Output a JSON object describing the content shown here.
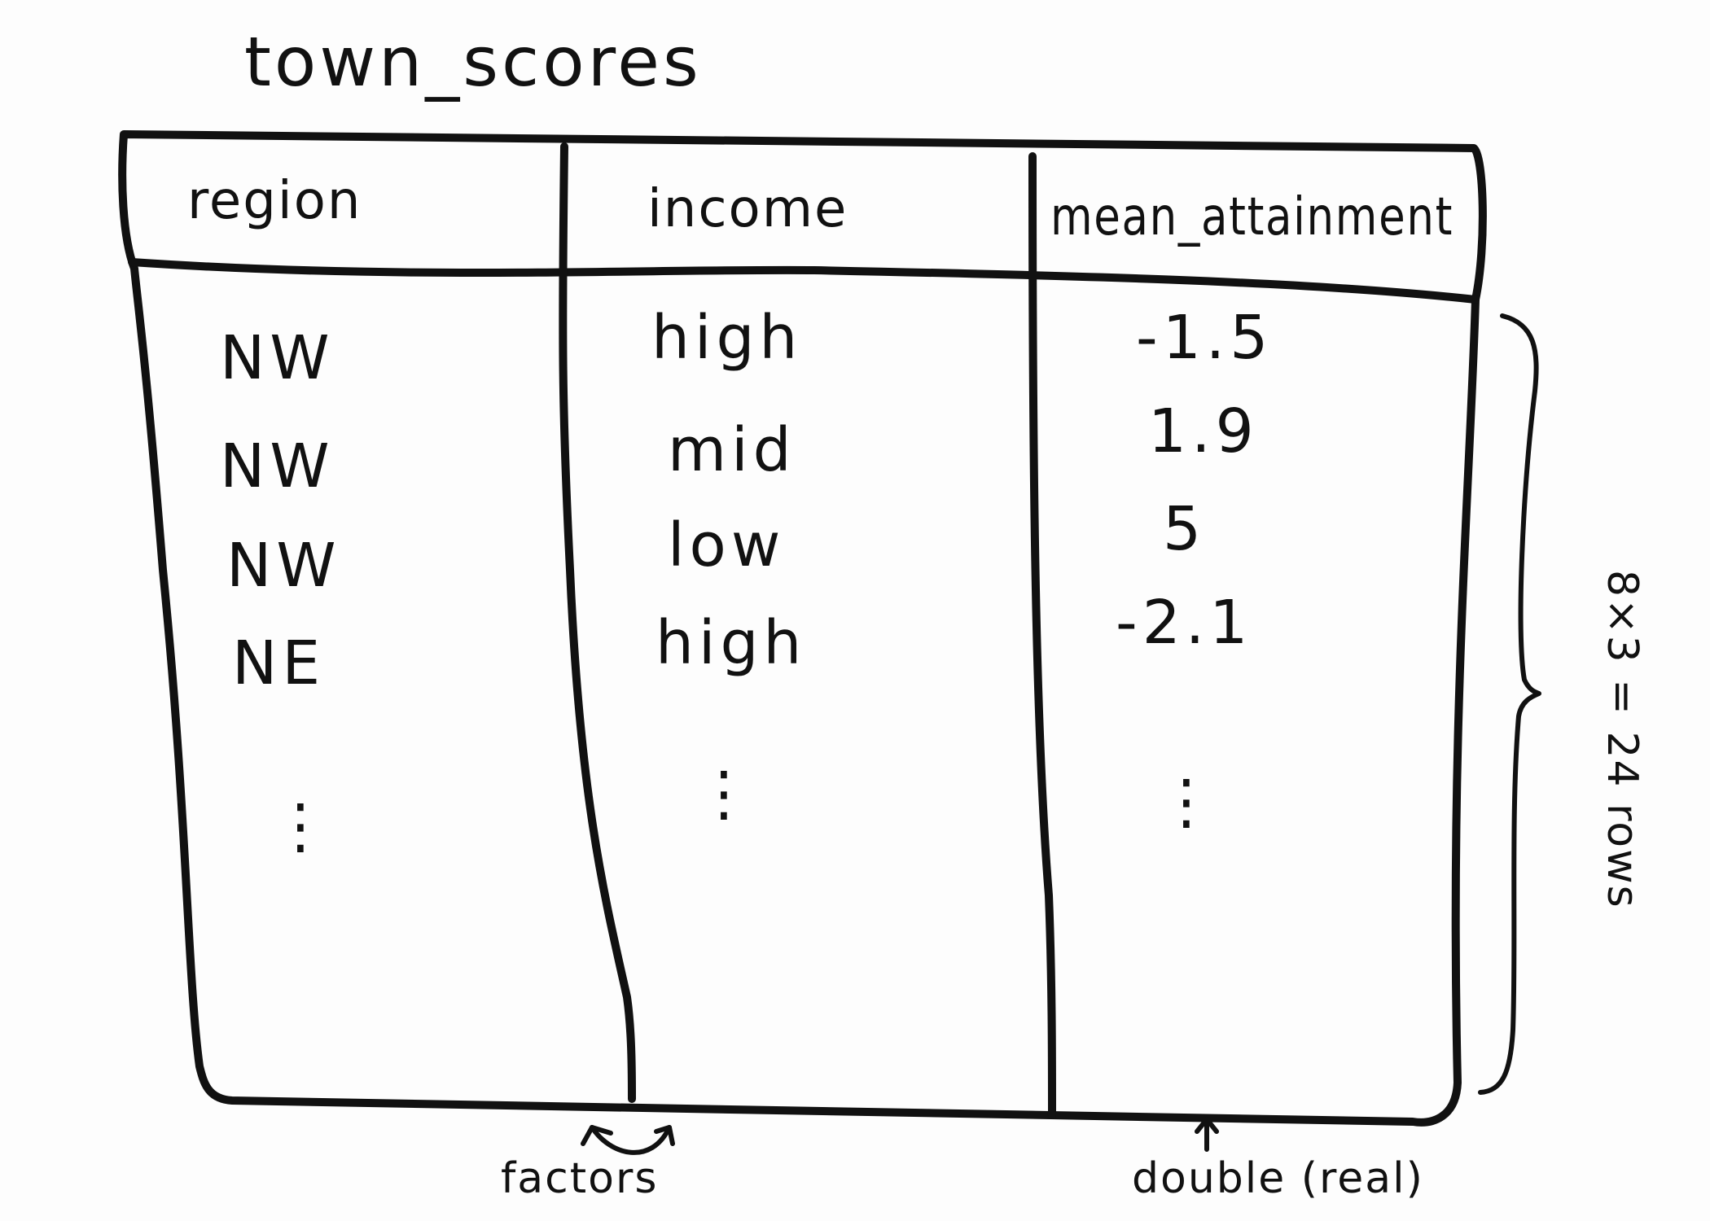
{
  "title": "town_scores",
  "table": {
    "headers": [
      "region",
      "income",
      "mean_attainment"
    ],
    "rows": [
      [
        "NW",
        "high",
        "-1.5"
      ],
      [
        "NW",
        "mid",
        "1.9"
      ],
      [
        "NW",
        "low",
        "5"
      ],
      [
        "NE",
        "high",
        "-2.1"
      ]
    ],
    "ellipsis": [
      "⋮",
      "⋮",
      "⋮"
    ]
  },
  "annotations": {
    "row_count": "8×3 = 24 rows",
    "factors": "factors",
    "double": "double (real)"
  }
}
